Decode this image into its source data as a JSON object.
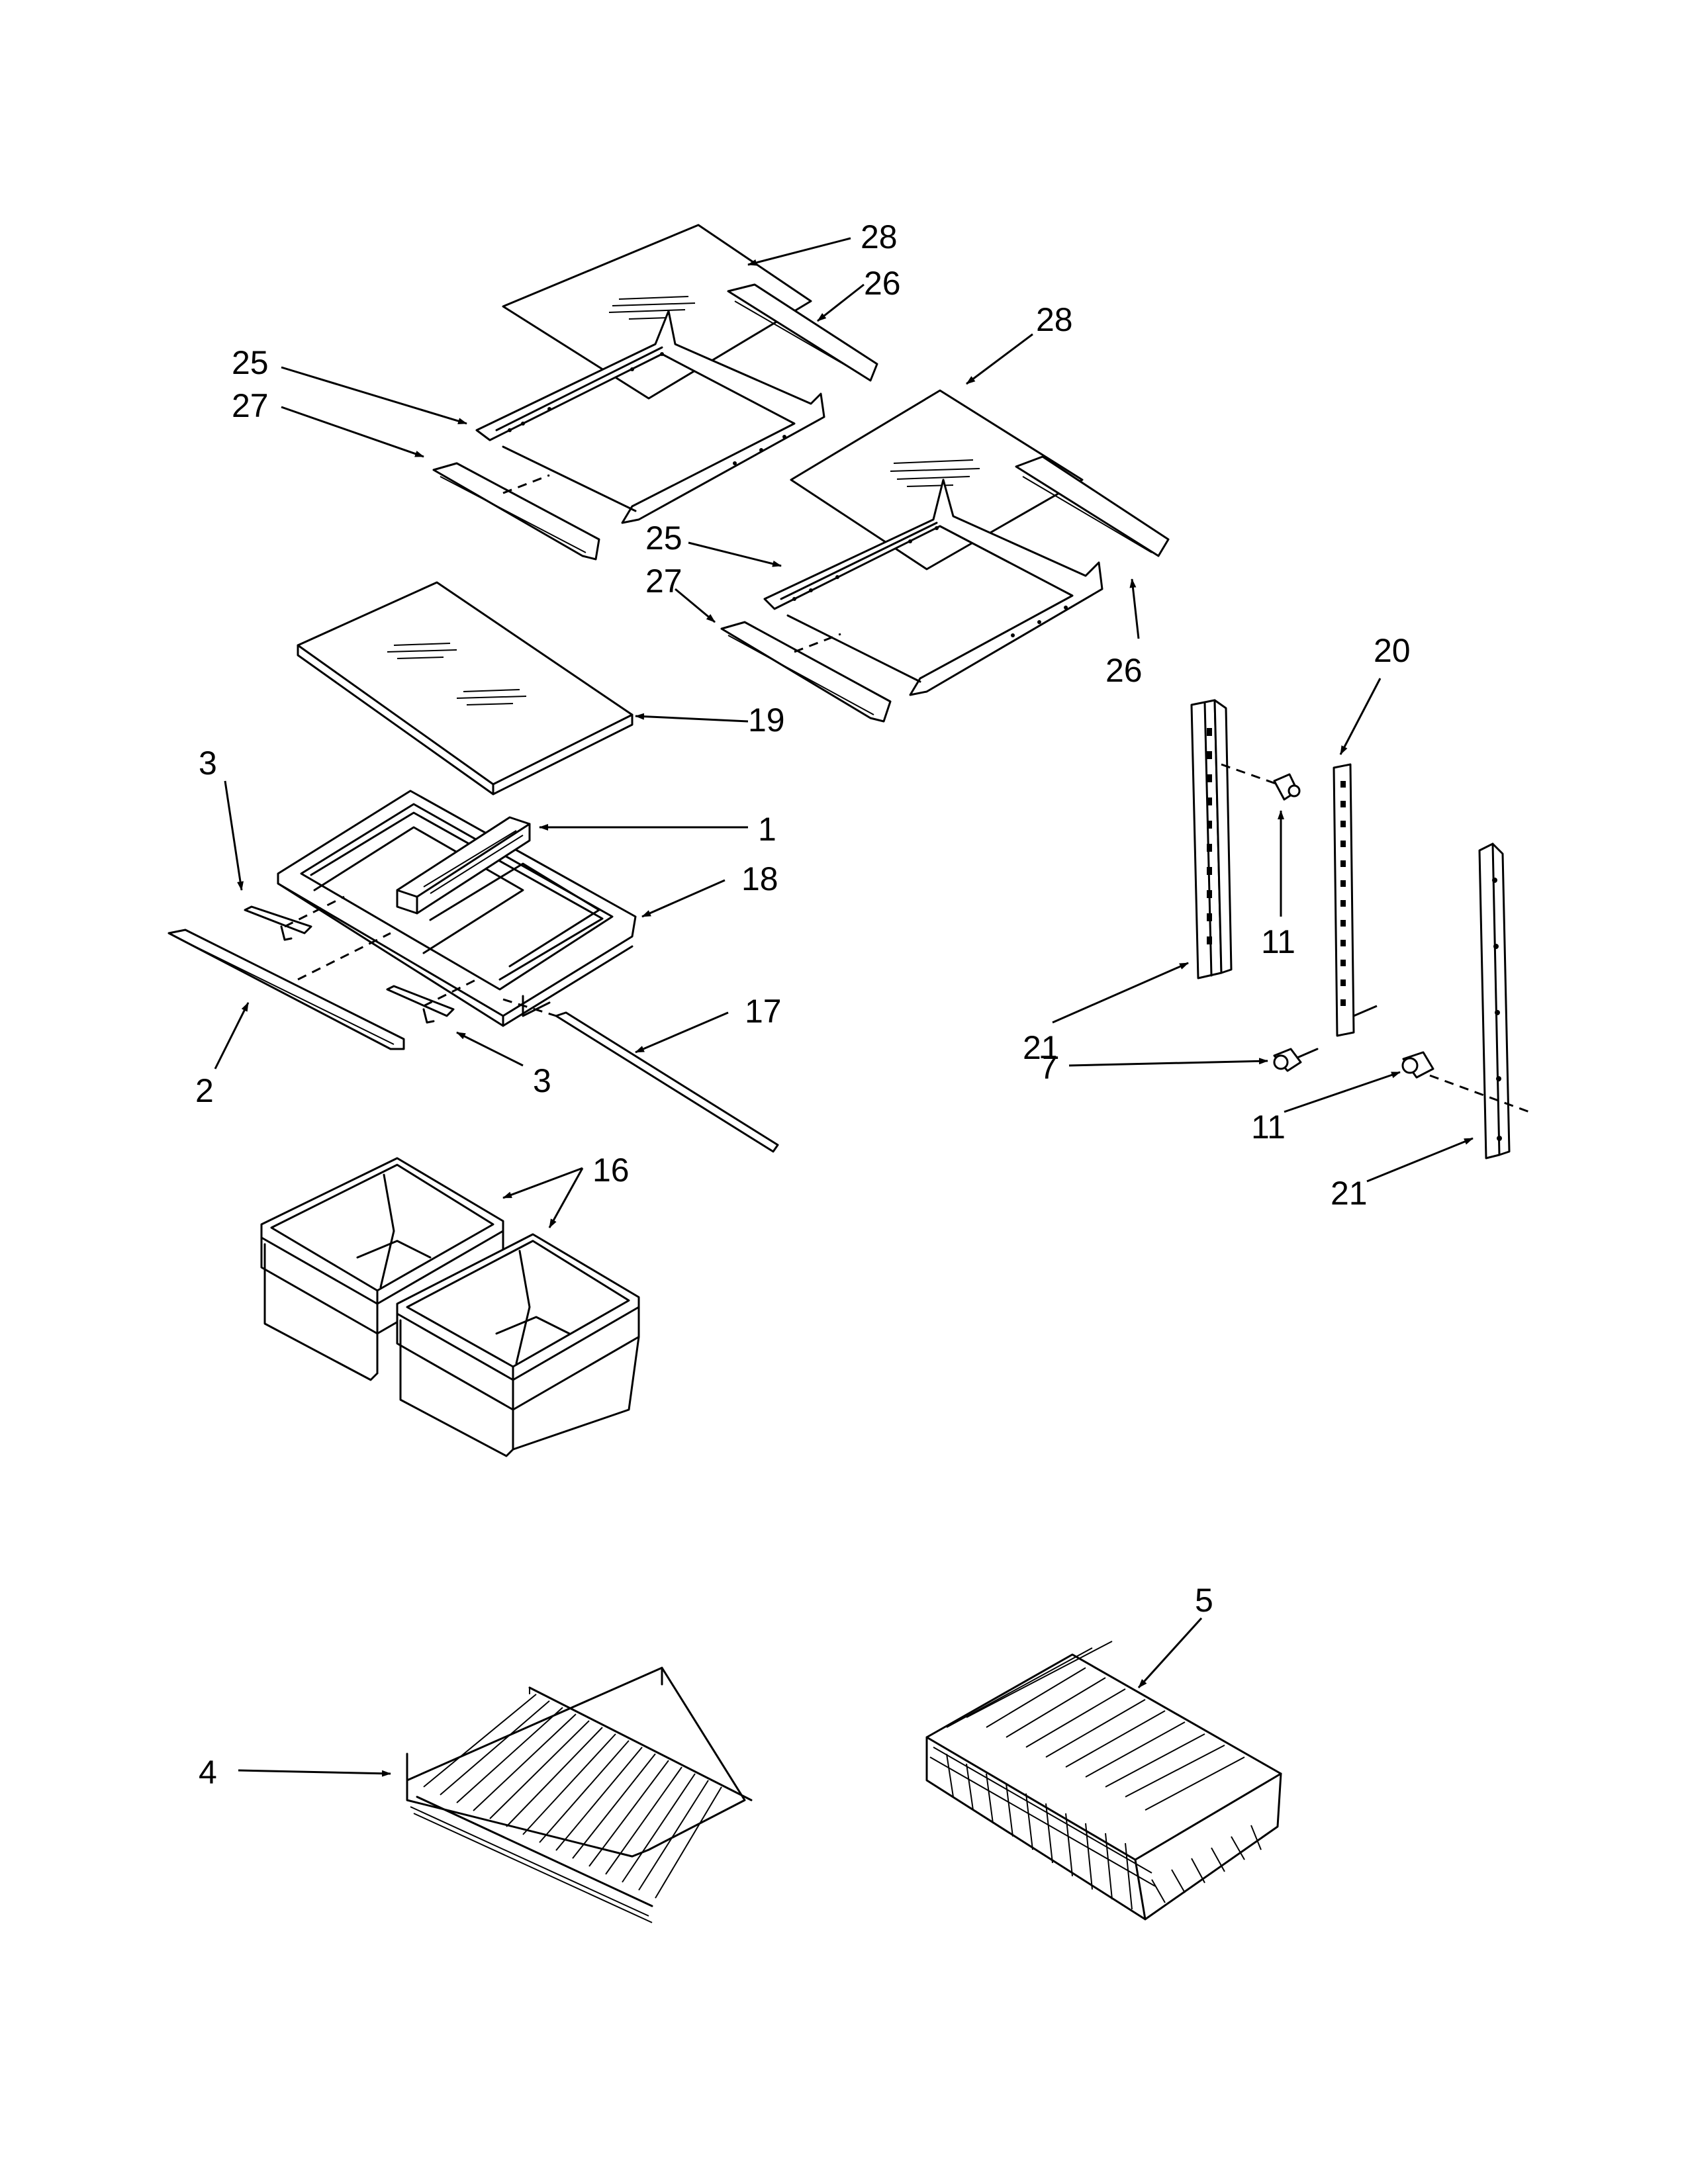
{
  "callouts": {
    "c28a": "28",
    "c26a": "26",
    "c25a": "25",
    "c27a": "27",
    "c28b": "28",
    "c25b": "25",
    "c27b": "27",
    "c26b": "26",
    "c19": "19",
    "c3a": "3",
    "c1": "1",
    "c18": "18",
    "c2": "2",
    "c3b": "3",
    "c17": "17",
    "c16": "16",
    "c20": "20",
    "c11a": "11",
    "c21a": "21",
    "c7": "7",
    "c11b": "11",
    "c21b": "21",
    "c5": "5",
    "c4": "4"
  }
}
